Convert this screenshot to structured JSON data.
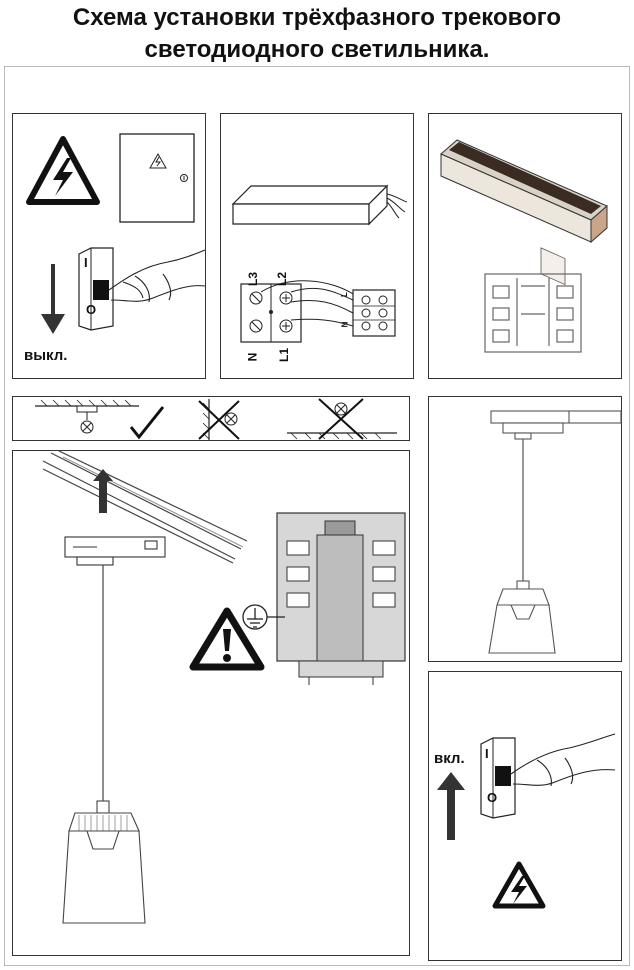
{
  "title": {
    "line1": "Схема установки трёхфазного трекового",
    "line2": "светодиодного светильника."
  },
  "panels": {
    "power_off": {
      "label": "выкл.",
      "switch_on_mark": "I",
      "switch_off_mark": "O"
    },
    "wiring": {
      "labels": [
        "L3",
        "L2",
        "N",
        "L1"
      ],
      "terminal_marks": [
        "L",
        "N"
      ]
    },
    "power_on": {
      "label": "вкл.",
      "switch_on_mark": "I",
      "switch_off_mark": "O"
    }
  },
  "icons": [
    "high-voltage-warning-icon",
    "ground-symbol-icon",
    "exclamation-warning-icon",
    "checkmark-icon",
    "cross-icon"
  ]
}
